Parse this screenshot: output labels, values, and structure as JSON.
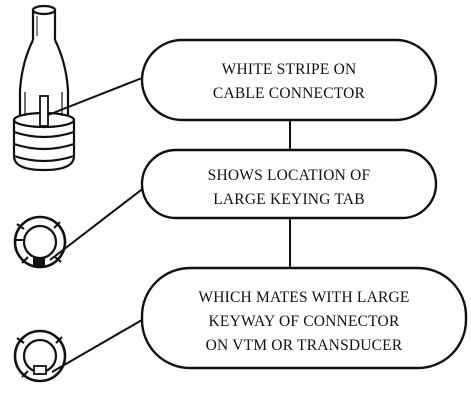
{
  "callouts": [
    {
      "lines": [
        "WHITE STRIPE ON",
        "CABLE CONNECTOR"
      ]
    },
    {
      "lines": [
        "SHOWS LOCATION OF",
        "LARGE KEYING TAB"
      ]
    },
    {
      "lines": [
        "WHICH MATES WITH LARGE",
        "KEYWAY OF CONNECTOR",
        "ON VTM OR TRANSDUCER"
      ]
    }
  ],
  "colors": {
    "ink": "#111111",
    "paper": "#ffffff"
  },
  "icons": [
    "cable-connector-icon",
    "connector-face-icon",
    "receptacle-face-icon"
  ]
}
